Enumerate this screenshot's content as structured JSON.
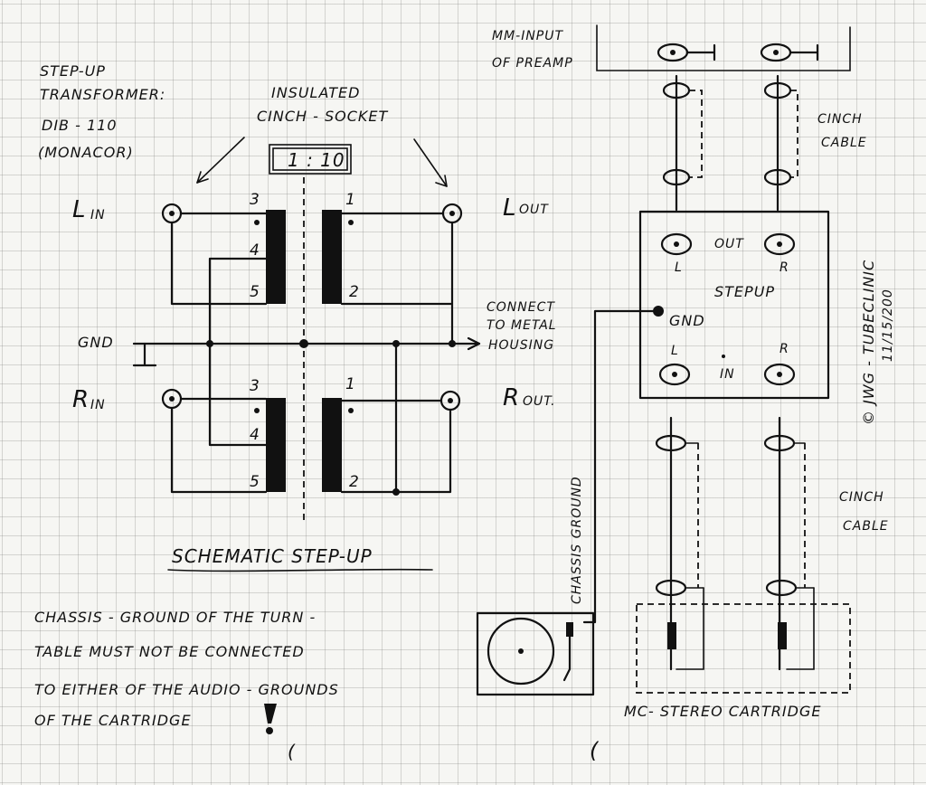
{
  "notes": {
    "title_line1": "STEP-UP",
    "title_line2": "TRANSFORMER:",
    "model": "DIB - 110",
    "brand": "(MONACOR)",
    "insulated_line1": "INSULATED",
    "insulated_line2": "CINCH - SOCKET",
    "ratio": "1 : 10",
    "schematic_caption": "SCHEMATIC  STEP-UP",
    "warning_line1": "CHASSIS - GROUND  OF  THE  TURN -",
    "warning_line2": "TABLE  MUST  NOT  BE  CONNECTED",
    "warning_line3": "TO  EITHER  OF  THE  AUDIO - GROUNDS",
    "warning_line4": "OF  THE  CARTRIDGE"
  },
  "schematic": {
    "l_in": "L",
    "l_in_sub": "IN",
    "l_out": "L",
    "l_out_sub": "OUT",
    "r_in": "R",
    "r_in_sub": "IN",
    "r_out": "R",
    "r_out_sub": "OUT.",
    "gnd": "GND",
    "connect_line1": "CONNECT",
    "connect_line2": "TO METAL",
    "connect_line3": "HOUSING",
    "pins_primary": [
      "3",
      "4",
      "5"
    ],
    "pins_secondary": [
      "1",
      "2"
    ]
  },
  "wiring": {
    "mm_input_line1": "MM-INPUT",
    "mm_input_line2": "OF PREAMP",
    "cinch_cable_top_1": "CINCH",
    "cinch_cable_top_2": "CABLE",
    "cinch_cable_bottom_1": "CINCH",
    "cinch_cable_bottom_2": "CABLE",
    "box_out": "OUT",
    "box_l_top": "L",
    "box_r_top": "R",
    "box_title": "STEPUP",
    "box_gnd": "GND",
    "box_l_bottom": "L",
    "box_r_bottom": "R",
    "box_in": "IN",
    "chassis_ground": "CHASSIS  GROUND",
    "cartridge_label": "MC- STEREO  CARTRIDGE"
  },
  "signature": {
    "credit": "© JWG - TUBECLINIC",
    "date": "11/15/200"
  }
}
